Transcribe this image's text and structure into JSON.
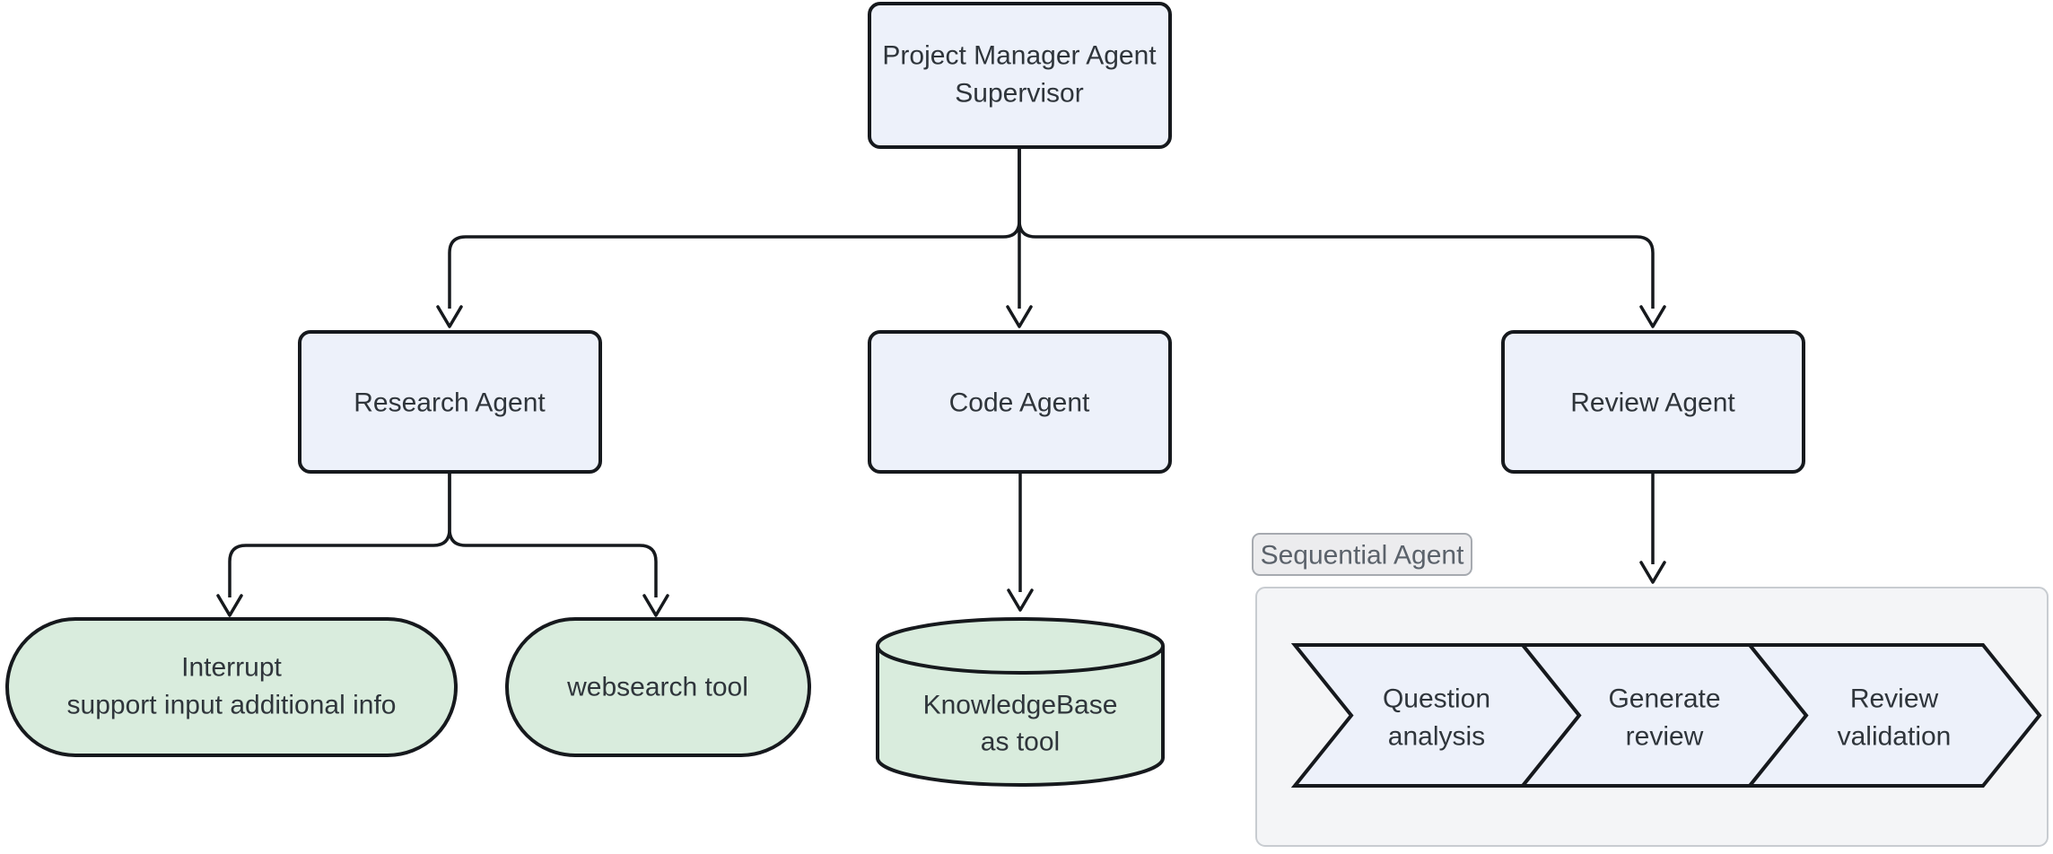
{
  "diagram": {
    "type": "flowchart",
    "colors": {
      "background": "#ffffff",
      "line": "#16191d",
      "node_text": "#2f353b",
      "blue_fill": "#edf1fa",
      "green_fill": "#d9ecdd",
      "cluster_fill": "#f4f5f7",
      "cluster_border": "#c8ccd1",
      "badge_fill": "#ececee",
      "badge_border": "#a6aab0",
      "badge_text": "#5b626b"
    },
    "nodes": {
      "supervisor": {
        "line1": "Project Manager Agent",
        "line2": "Supervisor"
      },
      "research": {
        "label": "Research Agent"
      },
      "code": {
        "label": "Code Agent"
      },
      "review": {
        "label": "Review Agent"
      },
      "interrupt": {
        "line1": "Interrupt",
        "line2": "support input additional info"
      },
      "websearch": {
        "label": "websearch tool"
      },
      "knowledgebase": {
        "line1": "KnowledgeBase",
        "line2": "as tool"
      }
    },
    "cluster": {
      "label": "Sequential Agent",
      "steps": [
        {
          "line1": "Question",
          "line2": "analysis"
        },
        {
          "line1": "Generate",
          "line2": "review"
        },
        {
          "line1": "Review",
          "line2": "validation"
        }
      ]
    }
  }
}
